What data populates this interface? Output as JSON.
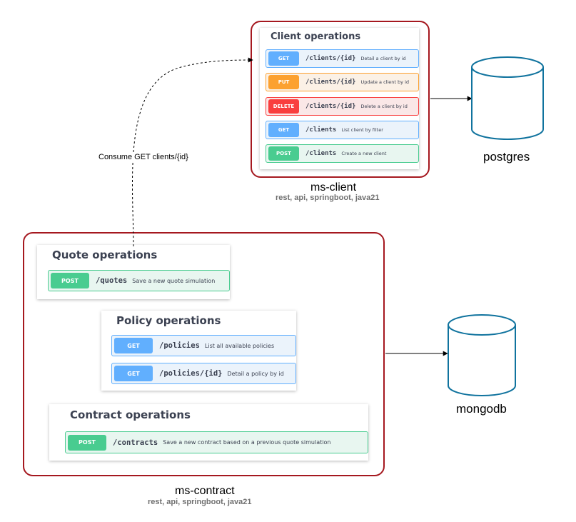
{
  "client_service": {
    "name": "ms-client",
    "tags": "rest, api, springboot, java21",
    "panel_title": "Client operations",
    "operations": [
      {
        "method": "GET",
        "path": "/clients/{id}",
        "description": "Detail a client by id"
      },
      {
        "method": "PUT",
        "path": "/clients/{id}",
        "description": "Update a client by id"
      },
      {
        "method": "DELETE",
        "path": "/clients/{id}",
        "description": "Delete a client by id"
      },
      {
        "method": "GET",
        "path": "/clients",
        "description": "List client by filter"
      },
      {
        "method": "POST",
        "path": "/clients",
        "description": "Create a new client"
      }
    ]
  },
  "contract_service": {
    "name": "ms-contract",
    "tags": "rest, api, springboot, java21",
    "quote": {
      "panel_title": "Quote operations",
      "operations": [
        {
          "method": "POST",
          "path": "/quotes",
          "description": "Save a new quote simulation"
        }
      ]
    },
    "policy": {
      "panel_title": "Policy operations",
      "operations": [
        {
          "method": "GET",
          "path": "/policies",
          "description": "List all available policies"
        },
        {
          "method": "GET",
          "path": "/policies/{id}",
          "description": "Detail a policy by id"
        }
      ]
    },
    "contract": {
      "panel_title": "Contract operations",
      "operations": [
        {
          "method": "POST",
          "path": "/contracts",
          "description": "Save a new contract based on a previous quote simulation"
        }
      ]
    }
  },
  "databases": {
    "postgres": "postgres",
    "mongodb": "mongodb"
  },
  "edges": {
    "consume_label": "Consume GET clients/{id}"
  },
  "colors": {
    "service_border": "#a5181f",
    "get": "#61affe",
    "put": "#fca130",
    "delete": "#f93e3e",
    "post": "#49cc90",
    "database": "#10739e"
  }
}
